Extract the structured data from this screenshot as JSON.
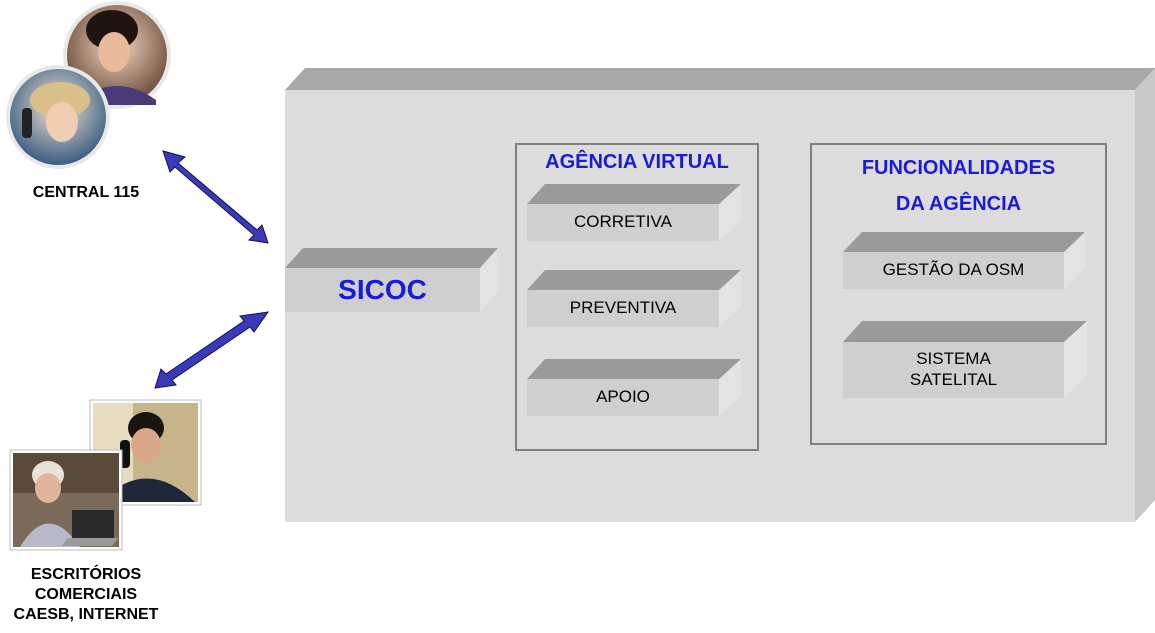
{
  "left": {
    "central_label": "CENTRAL 115",
    "offices_label": [
      "ESCRITÓRIOS",
      "COMERCIAIS",
      "CAESB, INTERNET"
    ]
  },
  "main": {
    "sicoc_label": "SICOC",
    "agencia_virtual": {
      "title": "AGÊNCIA VIRTUAL",
      "items": [
        "CORRETIVA",
        "PREVENTIVA",
        "APOIO"
      ]
    },
    "funcionalidades": {
      "title_lines": [
        "FUNCIONALIDADES",
        "DA AGÊNCIA"
      ],
      "items": [
        {
          "lines": [
            "GESTÃO DA OSM"
          ]
        },
        {
          "lines": [
            "SISTEMA",
            "SATELITAL"
          ]
        }
      ]
    }
  },
  "colors": {
    "title_blue": "#1a1adc",
    "arrow_fill": "#3a3ab8",
    "panel_front": "#dcdcdc",
    "panel_top": "#a8a8a8",
    "panel_side": "#c8c8c8",
    "box_front": "#cfcfcf",
    "box_top": "#9a9a9a",
    "box_side": "#e3e3e3"
  }
}
